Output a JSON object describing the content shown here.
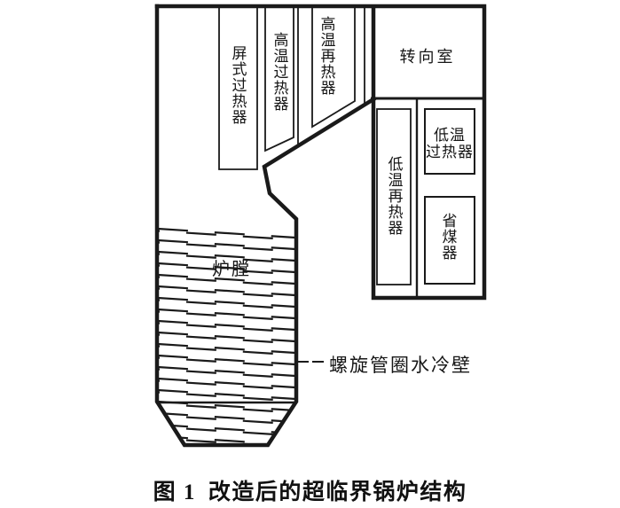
{
  "colors": {
    "background": "#ffffff",
    "line": "#1a1a1a"
  },
  "diagram": {
    "type": "boiler-structure-schematic",
    "components": {
      "platen_superheater": "屏式过热器",
      "high_temp_superheater": "高温过热器",
      "high_temp_reheater": "高温再热器",
      "turning_chamber": "转向室",
      "low_temp_reheater": "低温再热器",
      "low_temp_superheater": [
        "低温",
        "过热器"
      ],
      "economizer": "省煤器",
      "furnace": "炉膛",
      "spiral_water_wall": "螺旋管圈水冷壁"
    }
  },
  "caption": {
    "figure_no": "图 1",
    "title": "改造后的超临界锅炉结构"
  }
}
